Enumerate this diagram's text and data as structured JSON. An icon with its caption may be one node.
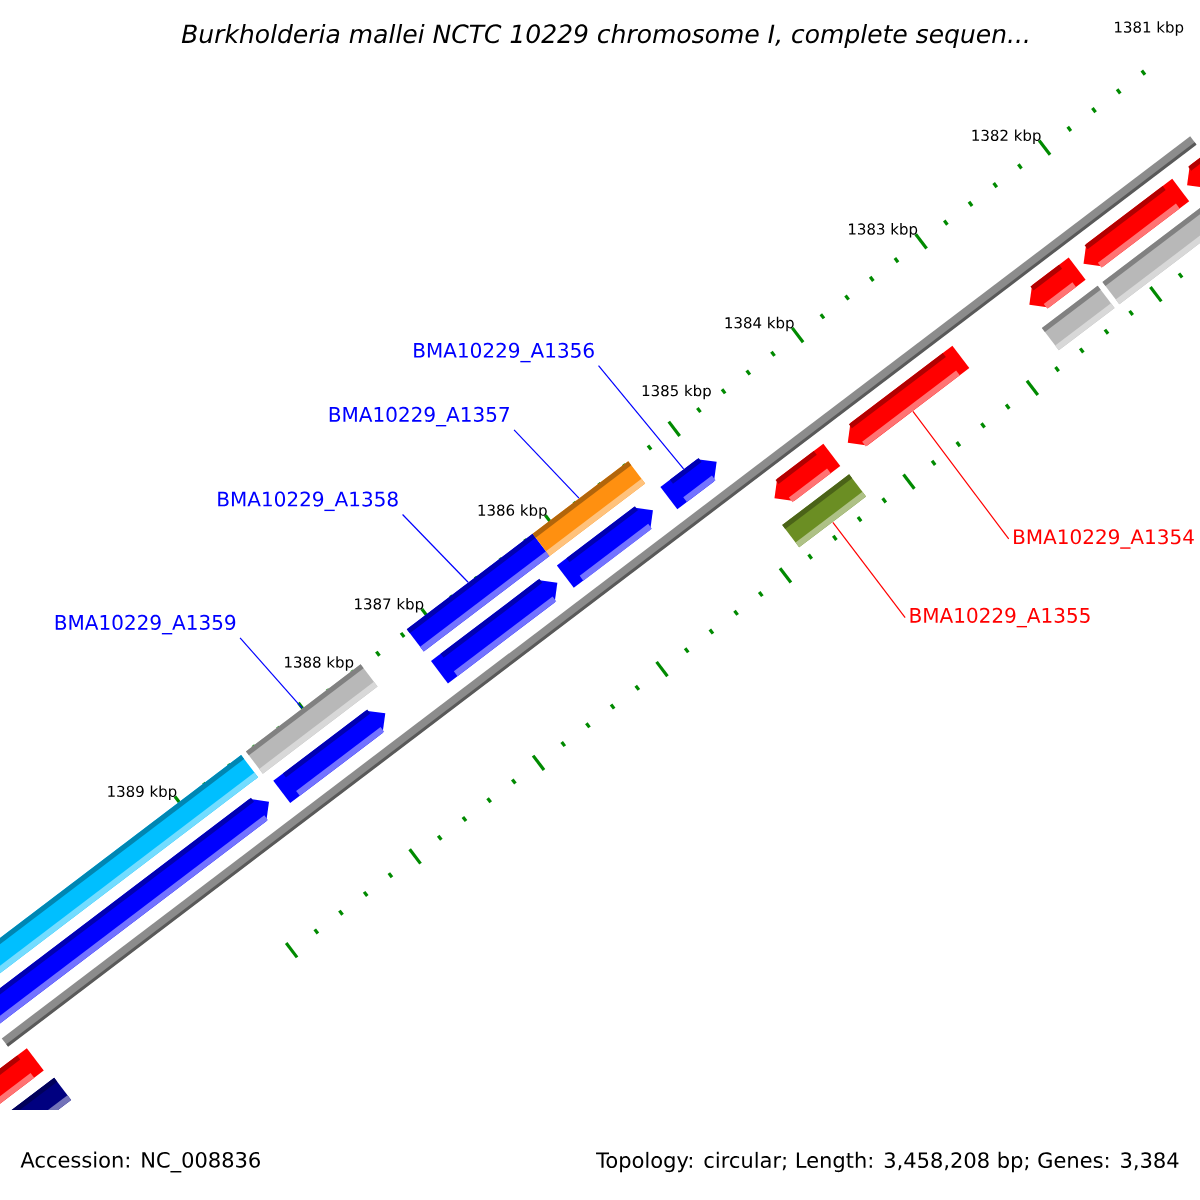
{
  "diagram": {
    "title": "Burkholderia mallei NCTC 10229 chromosome I, complete sequen...",
    "nodes": [
      {
        "text": [
          "BMA10229_A1356"
        ]
      },
      {
        "text": [
          "BMA10229_A1357"
        ]
      },
      {
        "text": [
          "BMA10229_A1358"
        ]
      },
      {
        "text": [
          "BMA10229_A1359"
        ]
      },
      {
        "text": [
          "BMA10229_A1354"
        ]
      },
      {
        "text": [
          "BMA10229_A1355"
        ]
      },
      {
        "text": [],
        "shape": "bar"
      },
      {
        "text": [],
        "shape": "arrow"
      },
      {
        "text": [],
        "shape": "arrow"
      },
      {
        "text": [],
        "shape": "bar"
      },
      {
        "text": [],
        "shape": "bar"
      },
      {
        "text": [],
        "shape": "arrow"
      },
      {
        "text": [],
        "shape": "bar"
      },
      {
        "text": [],
        "shape": "arrow"
      },
      {
        "text": [],
        "shape": "bar"
      },
      {
        "text": [],
        "shape": "arrow"
      },
      {
        "text": [],
        "shape": "arrow"
      },
      {
        "text": [],
        "shape": "bar"
      },
      {
        "text": [],
        "shape": "arrow"
      },
      {
        "text": [],
        "shape": "arrow"
      },
      {
        "text": [],
        "shape": "bar"
      },
      {
        "text": [],
        "shape": "arrow"
      },
      {
        "text": [],
        "shape": "arrow"
      },
      {
        "text": [],
        "shape": "bar"
      },
      {
        "text": [],
        "shape": "arrow"
      }
    ],
    "edges": [
      {
        "from": 0,
        "to": 16,
        "arrow": "none"
      },
      {
        "from": 1,
        "to": 14,
        "arrow": "none"
      },
      {
        "from": 2,
        "to": 12,
        "arrow": "none"
      },
      {
        "from": 3,
        "to": 10,
        "arrow": "none"
      },
      {
        "from": 4,
        "to": 19,
        "arrow": "none",
        "color": "#ff0000"
      },
      {
        "from": 5,
        "to": 17,
        "arrow": "none",
        "color": "#ff0000"
      }
    ],
    "labels": [
      "1381 kbp",
      "1382 kbp",
      "1383 kbp",
      "1384 kbp",
      "1385 kbp",
      "1386 kbp",
      "1387 kbp",
      "1388 kbp",
      "1389 kbp",
      "Accession: NC_008836",
      "Topology: circular; Length: 3,458,208 bp; Genes: 3,384"
    ]
  }
}
